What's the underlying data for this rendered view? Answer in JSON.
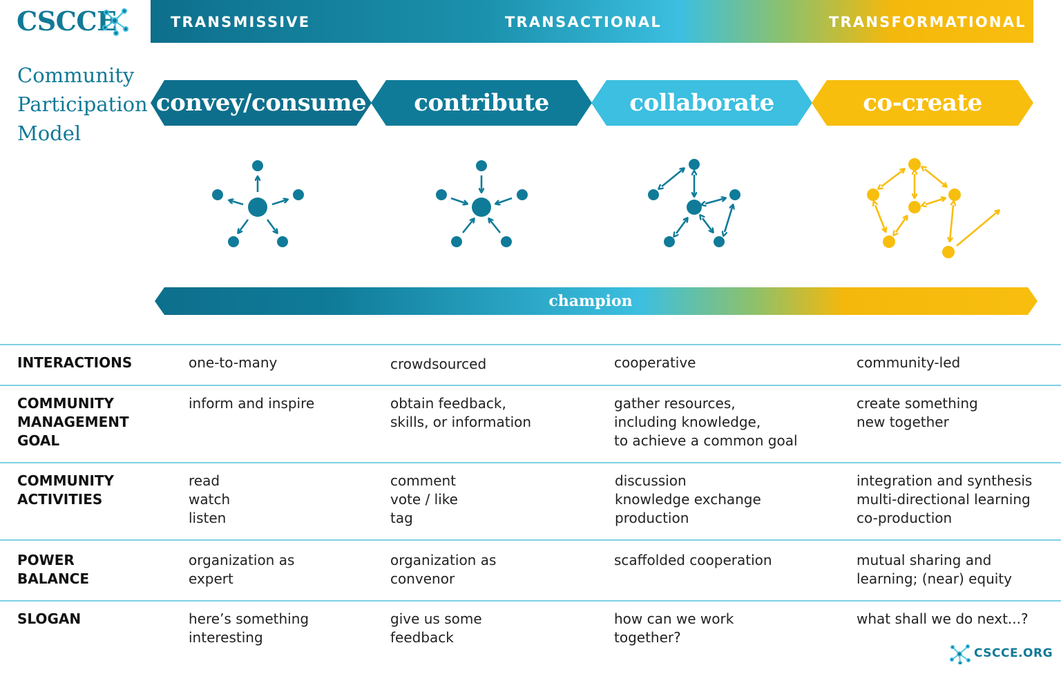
{
  "logo": {
    "text": "CSCCE"
  },
  "spectrum": [
    "TRANSMISSIVE",
    "TRANSACTIONAL",
    "TRANSFORMATIONAL"
  ],
  "title": [
    "Community",
    "Participation",
    "Model"
  ],
  "stages": [
    "convey/consume",
    "contribute",
    "collaborate",
    "co-create"
  ],
  "colors": {
    "dark_teal": "#0d6f8c",
    "teal": "#0f7b99",
    "light_blue": "#3cbfe0",
    "yellow": "#f8be0e"
  },
  "champion": "champion",
  "table": {
    "rows": [
      {
        "head": [
          "INTERACTIONS"
        ],
        "cells": [
          [
            "one-to-many"
          ],
          [
            "crowdsourced"
          ],
          [
            "cooperative"
          ],
          [
            "community-led"
          ]
        ]
      },
      {
        "head": [
          "COMMUNITY",
          "MANAGEMENT",
          "GOAL"
        ],
        "cells": [
          [
            "inform and inspire"
          ],
          [
            "obtain feedback,",
            "skills, or information"
          ],
          [
            "gather resources,",
            "including knowledge,",
            "to achieve a common goal"
          ],
          [
            "create something",
            "new together"
          ]
        ]
      },
      {
        "head": [
          "COMMUNITY",
          "ACTIVITIES"
        ],
        "cells": [
          [
            "read",
            "watch",
            "listen"
          ],
          [
            "comment",
            "vote / like",
            "tag"
          ],
          [
            "discussion",
            "knowledge exchange",
            "production"
          ],
          [
            "integration and synthesis",
            "multi-directional learning",
            "co-production"
          ]
        ]
      },
      {
        "head": [
          "POWER",
          "BALANCE"
        ],
        "cells": [
          [
            "organization as",
            "expert"
          ],
          [
            "organization as",
            "convenor"
          ],
          [
            "scaffolded cooperation"
          ],
          [
            "mutual sharing and",
            "learning; (near) equity"
          ]
        ]
      },
      {
        "head": [
          "SLOGAN"
        ],
        "cells": [
          [
            "here’s something",
            "interesting"
          ],
          [
            "give us some",
            "feedback"
          ],
          [
            "how can we work",
            "together?"
          ],
          [
            "what shall we do next...?"
          ]
        ]
      }
    ]
  },
  "footer": "CSCCE.ORG"
}
